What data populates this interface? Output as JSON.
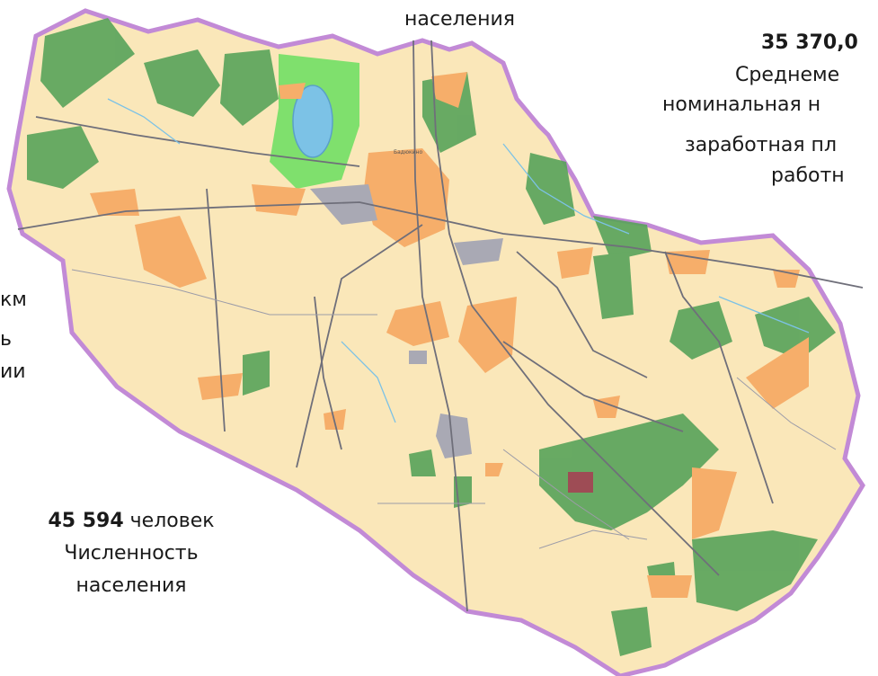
{
  "stats": {
    "population_top": {
      "label": "населения"
    },
    "wage": {
      "value": "35 370,0",
      "label_1": "Среднеме",
      "label_2": "номинальная н",
      "label_3": "заработная пл",
      "label_4": "работн"
    },
    "area_left": {
      "line_1": "км",
      "line_2": "ь",
      "line_3": "ии"
    },
    "population": {
      "value": "45 594",
      "unit": "человек",
      "label_1": "Численность",
      "label_2": "населения"
    }
  },
  "colors": {
    "district_fill": "#fae7b9",
    "border": "#c28ad6",
    "forest": "#58a35a",
    "settlement": "#f6ae6a",
    "industrial": "#a9a9b4",
    "water": "#7cc2e6",
    "park": "#7fe06d"
  },
  "map_labels": {
    "town": "Бадюкино"
  }
}
